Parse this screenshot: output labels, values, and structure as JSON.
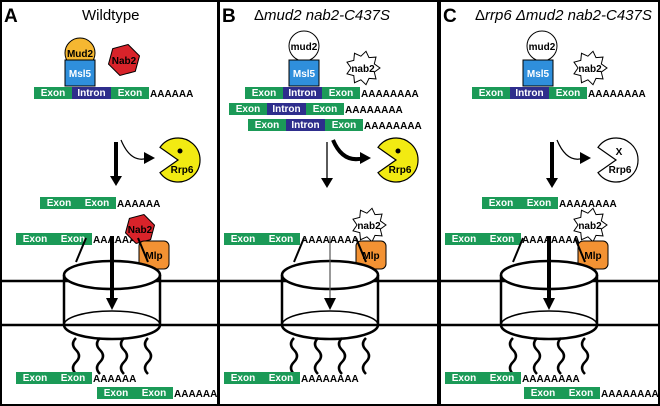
{
  "panels": [
    {
      "letter": "A",
      "title_plain": "Wildtype",
      "title_italic": ""
    },
    {
      "letter": "B",
      "title_plain": "Δ",
      "title_italic": "mud2 nab2-C437S"
    },
    {
      "letter": "C",
      "title_plain": "Δ",
      "title_italic": "rrp6 Δmud2 nab2-C437S"
    }
  ],
  "labels": {
    "exon": "Exon",
    "intron": "Intron",
    "msl5": "Msl5",
    "mud2_wt": "Mud2",
    "mud2_mut": "mud2",
    "nab2_wt": "Nab2",
    "nab2_mut": "nab2",
    "mlp": "Mlp",
    "rrp6": "Rrp6",
    "rrp6_x": "X",
    "polya_short": "AAAAAA",
    "polya_long": "AAAAAAAA"
  },
  "colors": {
    "exon": "#1b9a57",
    "intron": "#2e2e8c",
    "msl5": "#2f8fdc",
    "mud2": "#f5b731",
    "nab2": "#d8232a",
    "mlp": "#f39233",
    "rrp6": "#f2ea12"
  },
  "icons": [
    "exon-box",
    "intron-box",
    "msl5-box",
    "mud2-circle",
    "nab2-hexagon",
    "nab2-star",
    "mlp-box",
    "rrp6-pacman",
    "nuclear-pore"
  ]
}
